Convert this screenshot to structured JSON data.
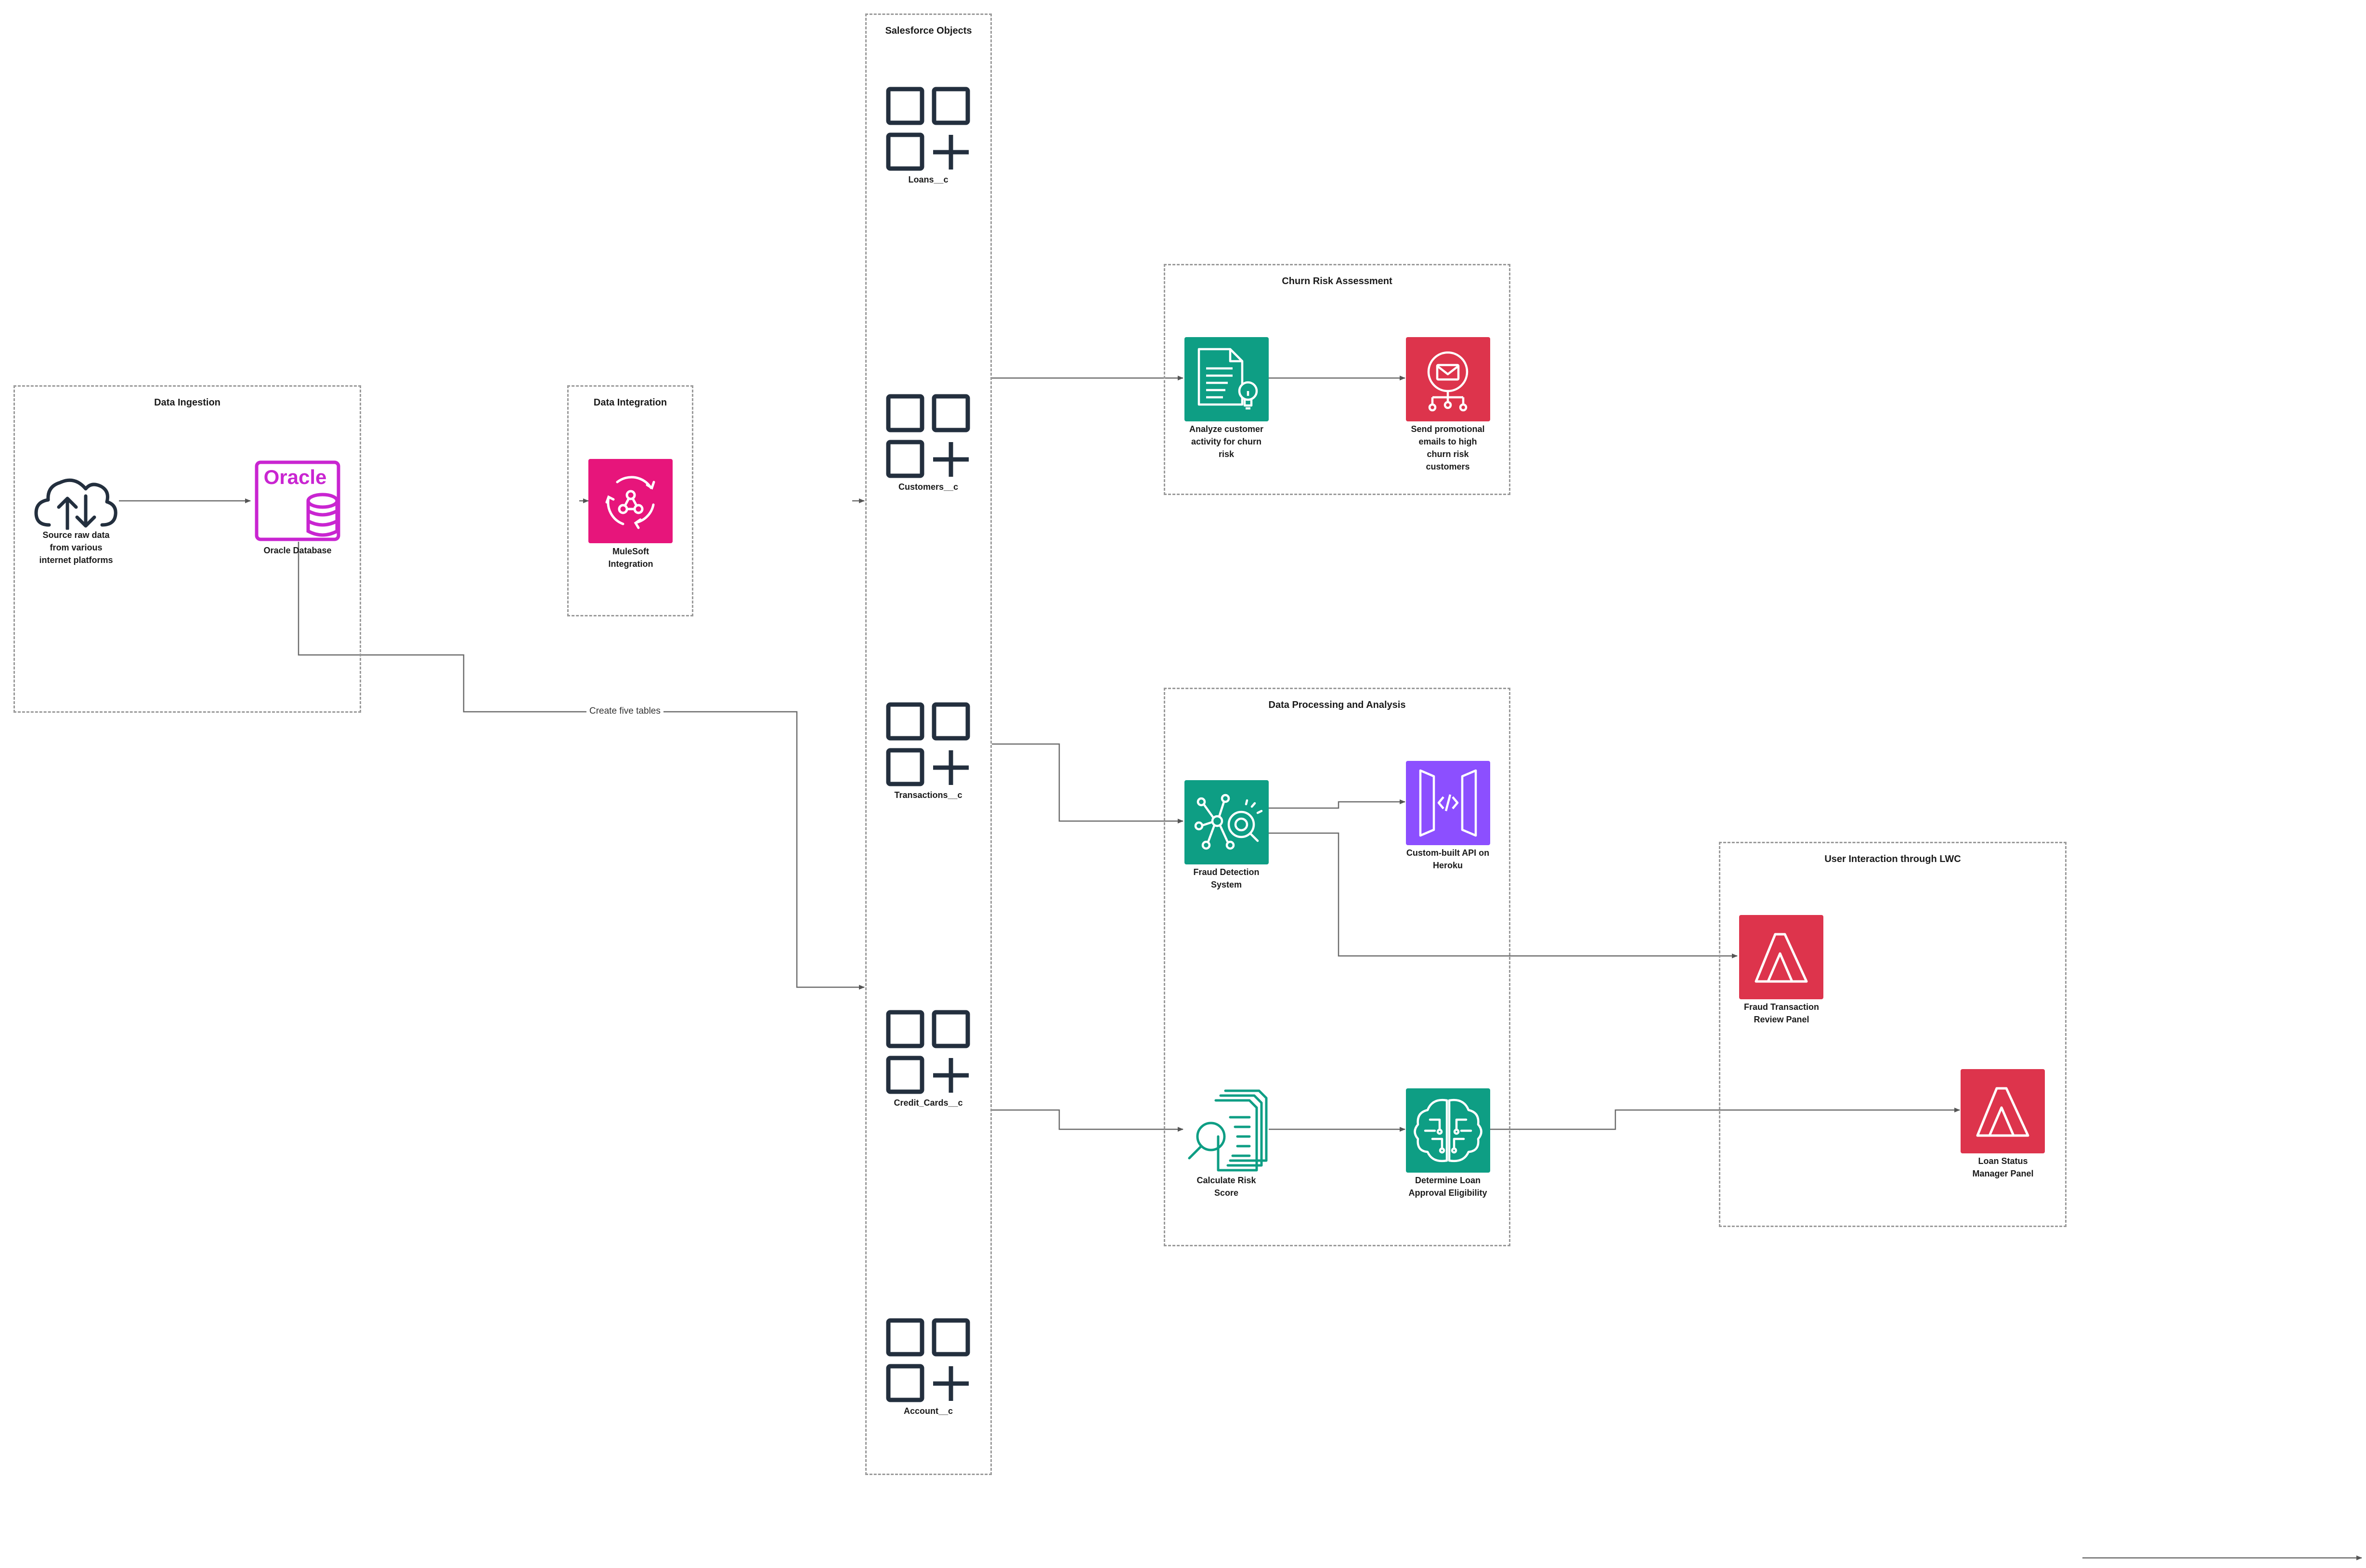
{
  "groups": {
    "data_ingestion": "Data Ingestion",
    "data_integration": "Data Integration",
    "salesforce_objects": "Salesforce Objects",
    "churn_risk": "Churn Risk Assessment",
    "data_processing": "Data Processing and Analysis",
    "user_interaction": "User Interaction through LWC"
  },
  "nodes": {
    "source": "Source raw data\nfrom various\ninternet platforms",
    "oracle": "Oracle Database",
    "oracle_logo_text": "Oracle",
    "mulesoft": "MuleSoft\nIntegration",
    "loans": "Loans__c",
    "customers": "Customers__c",
    "transactions": "Transactions__c",
    "credit_cards": "Credit_Cards__c",
    "account": "Account__c",
    "analyze_churn": "Analyze customer\nactivity for churn\nrisk",
    "send_emails": "Send promotional\nemails to high\nchurn risk\ncustomers",
    "fraud_detection": "Fraud Detection\nSystem",
    "custom_api": "Custom-built API on\nHeroku",
    "risk_score": "Calculate Risk\nScore",
    "loan_approval": "Determine Loan\nApproval Eligibility",
    "fraud_panel": "Fraud Transaction\nReview Panel",
    "loan_panel": "Loan Status\nManager Panel"
  },
  "edges": {
    "create_tables": "Create five tables"
  },
  "colors": {
    "teal": "#0e9e84",
    "red": "#dd344c",
    "pink": "#e7157b",
    "purple": "#8c4fff",
    "oracle_magenta": "#c925d1",
    "navy": "#232f3e",
    "line": "#6b6b6b"
  }
}
